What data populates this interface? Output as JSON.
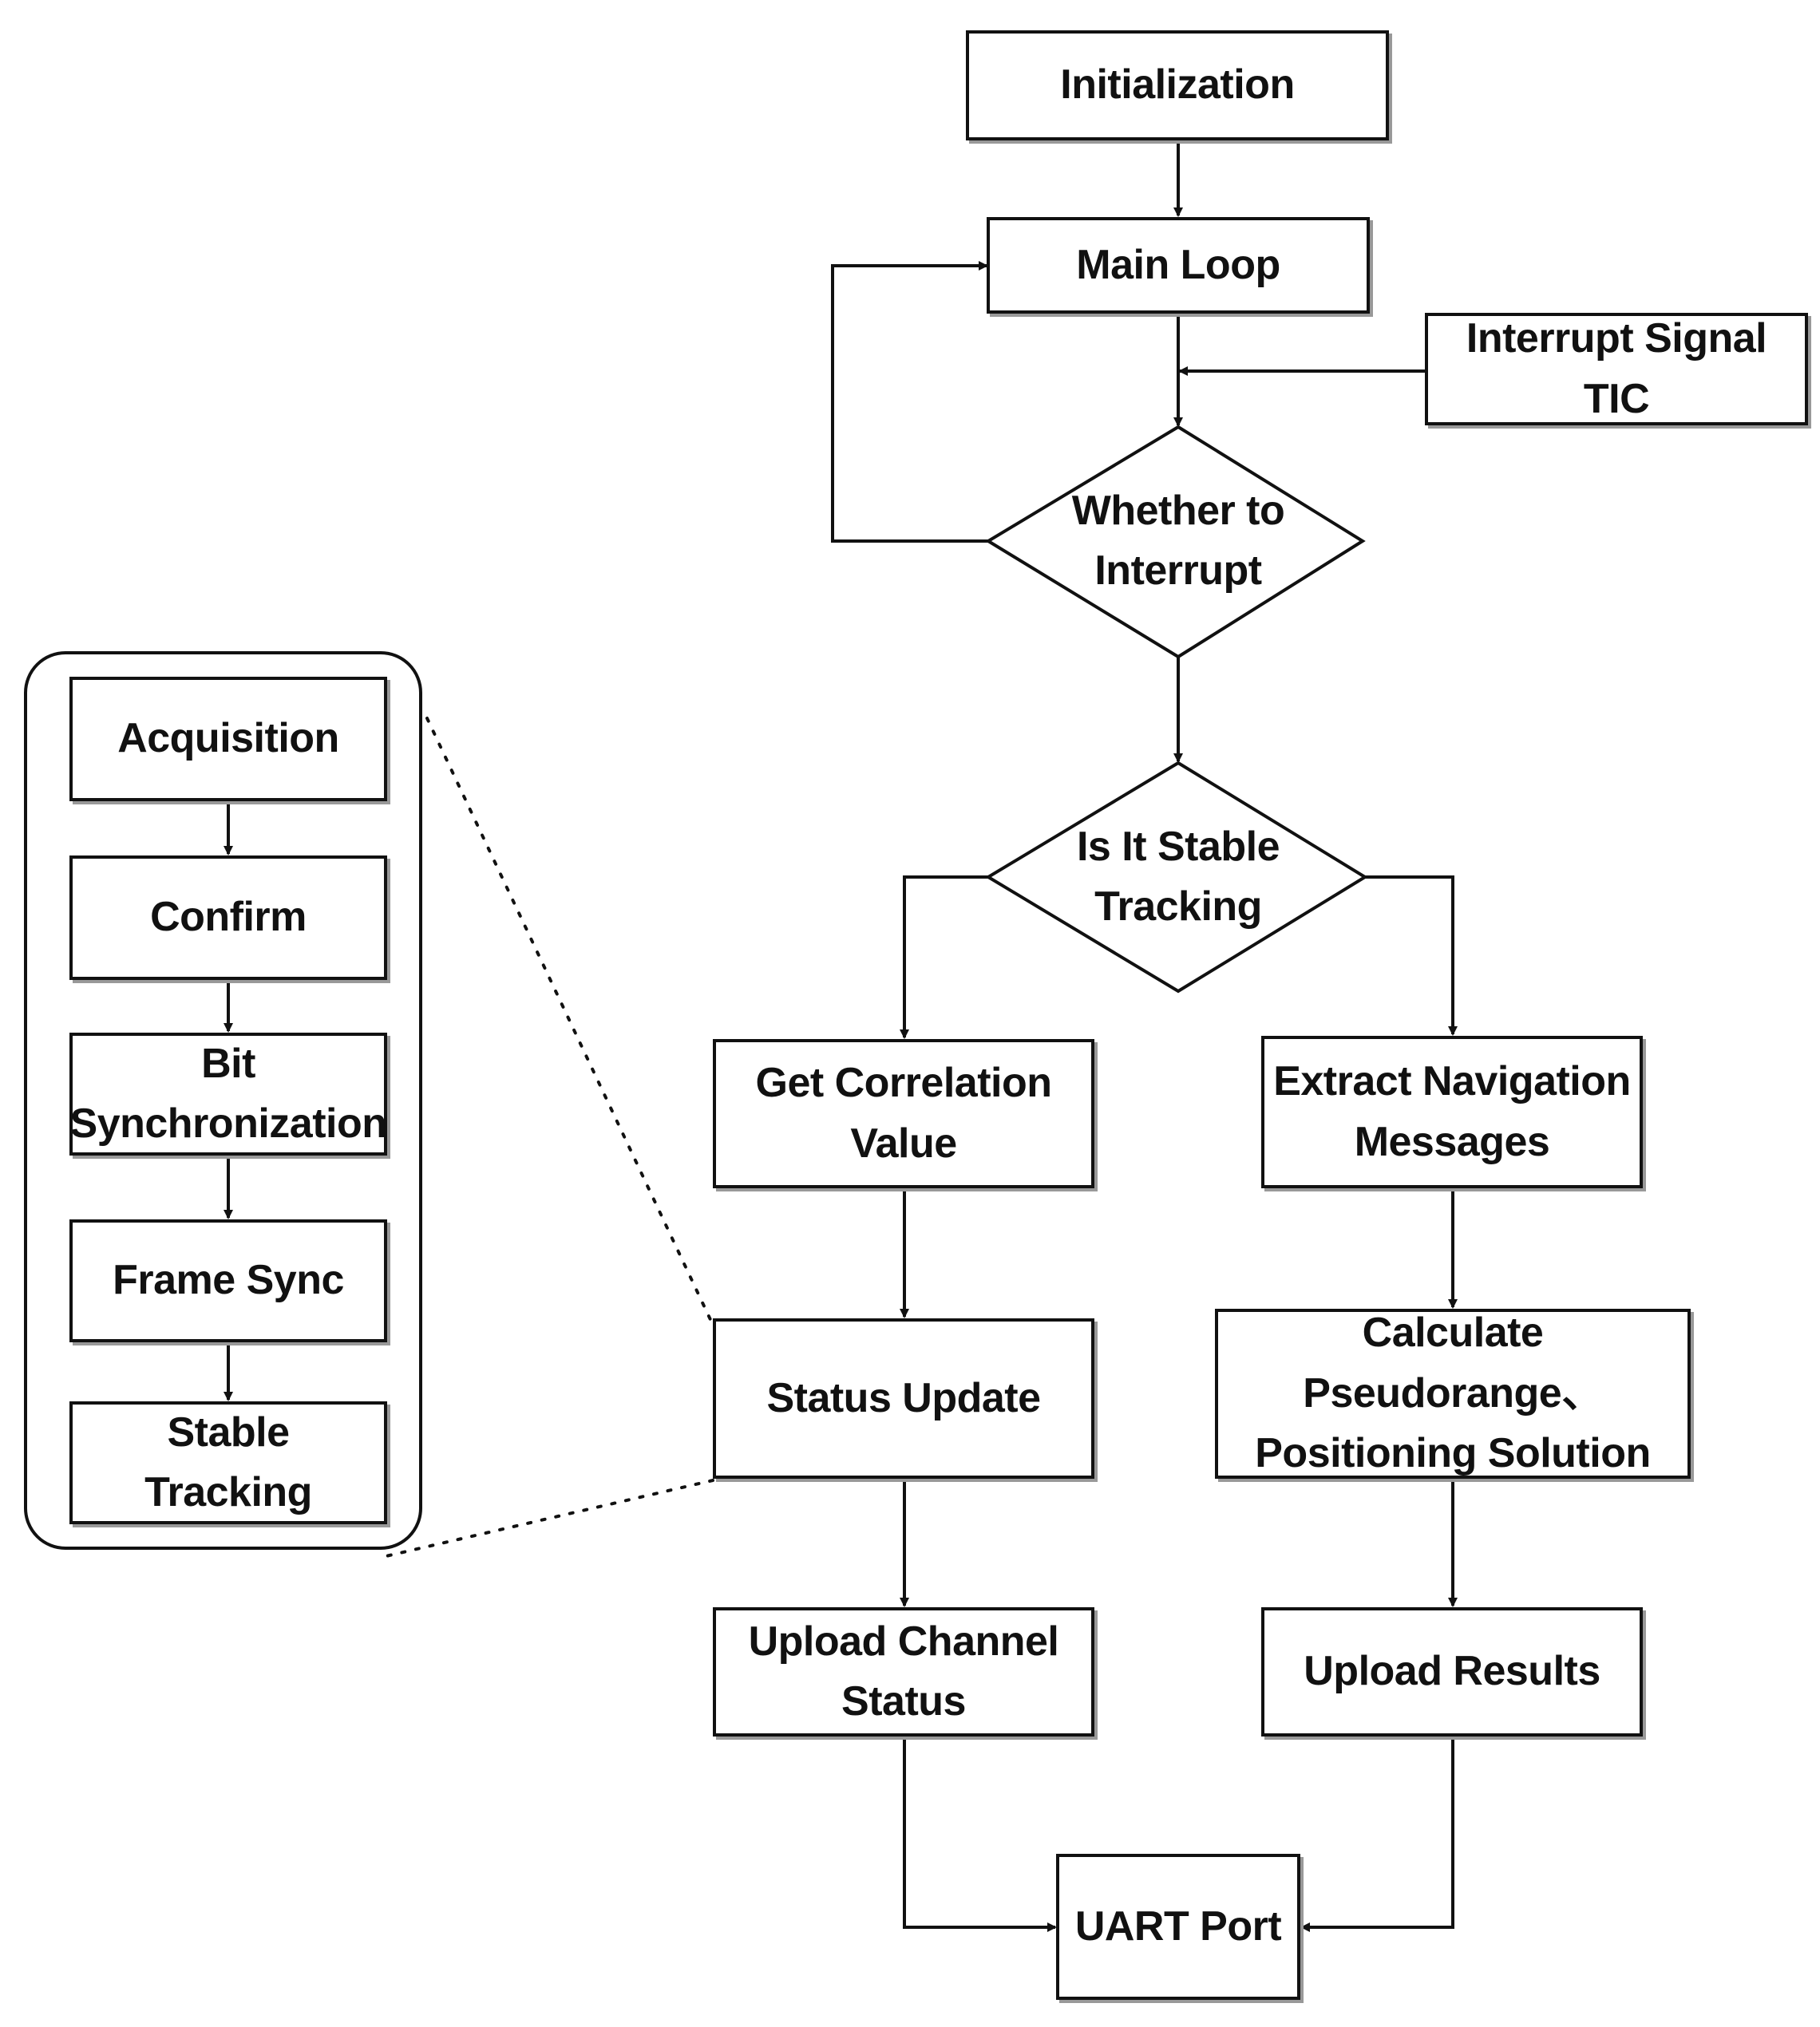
{
  "diagram": {
    "nodes": {
      "initialization": "Initialization",
      "main_loop": "Main Loop",
      "interrupt_signal": "Interrupt Signal TIC",
      "whether_interrupt": "Whether to Interrupt",
      "stable_tracking_check": "Is It Stable Tracking",
      "get_correlation": "Get Correlation Value",
      "extract_nav": "Extract Navigation\nMessages",
      "status_update": "Status Update",
      "calc_pseudorange": "Calculate Pseudorange、\nPositioning Solution",
      "upload_channel": "Upload Channel\nStatus",
      "upload_results": "Upload Results",
      "uart_port": "UART Port"
    },
    "substates": {
      "acquisition": "Acquisition",
      "confirm": "Confirm",
      "bit_sync": "Bit\nSynchronization",
      "frame_sync": "Frame Sync",
      "stable_tracking": "Stable Tracking"
    },
    "colors": {
      "stroke": "#111111",
      "fill": "#ffffff",
      "shadow": "#999999"
    }
  }
}
